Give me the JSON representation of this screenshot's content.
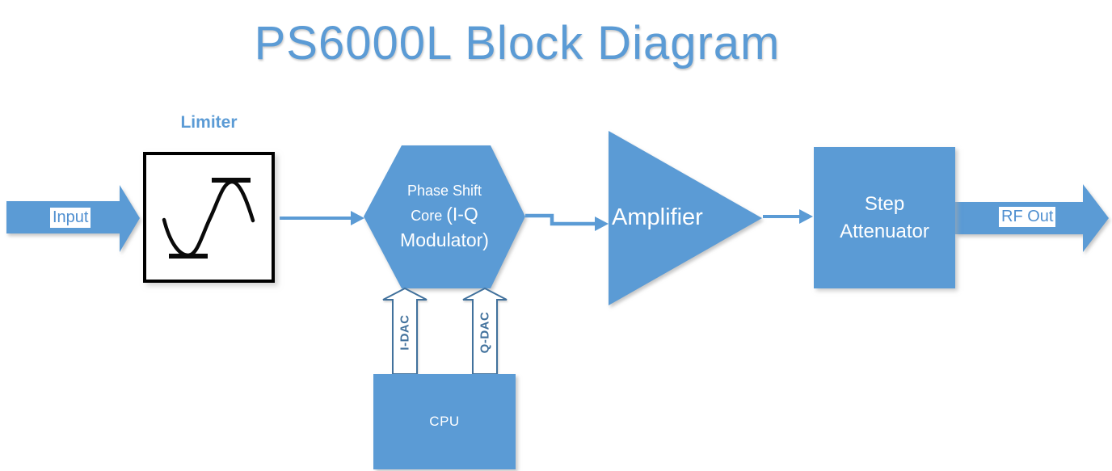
{
  "title": "PS6000L Block Diagram",
  "colors": {
    "accent_blue": "#5B9BD5",
    "arrow_outline_blue": "#41719C",
    "label_text_blue": "#4f8fd0",
    "limiter_border": "#000000",
    "block_text": "#ffffff"
  },
  "blocks": {
    "input_arrow": {
      "label": "Input"
    },
    "limiter": {
      "label": "Limiter",
      "icon": "clipped-sine-wave"
    },
    "phase_shift_core": {
      "label_small": "Phase Shift Core ",
      "label_large": "(I-Q Modulator)"
    },
    "amplifier": {
      "label": "Amplifier"
    },
    "step_attenuator": {
      "label": "Step Attenuator"
    },
    "rf_out_arrow": {
      "label": "RF Out"
    },
    "cpu": {
      "label": "CPU"
    },
    "i_dac_arrow": {
      "label": "I-DAC"
    },
    "q_dac_arrow": {
      "label": "Q-DAC"
    }
  }
}
